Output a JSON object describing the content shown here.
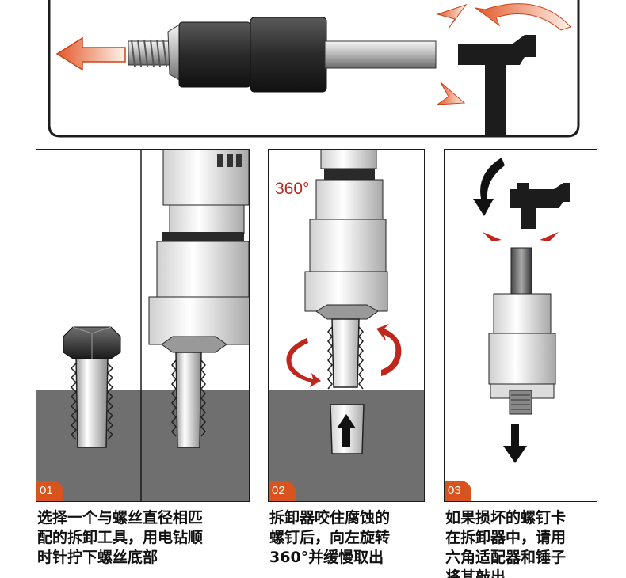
{
  "steps": [
    {
      "number": "01",
      "caption": "选择一个与螺丝直径相匹\n配的拆卸工具，用电钻顺\n时针拧下螺丝底部"
    },
    {
      "number": "02",
      "caption": "拆卸器咬住腐蚀的\n螺钉后，向左旋转\n360°并缓慢取出",
      "rotation_label": "360°"
    },
    {
      "number": "03",
      "caption": "如果损坏的螺钉卡\n在拆卸器中，请用\n六角适配器和锤子\n将其敲出"
    }
  ],
  "colors": {
    "accent": "#d9531e",
    "rotation_arrow": "#c0271c",
    "ground": "#6f6f6f",
    "outline": "#1c1c1c"
  },
  "icons": [
    "arrow-left-icon",
    "hammer-icon",
    "impact-arrow-icon",
    "rotate-arrow-icon",
    "arrow-up-icon",
    "arrow-down-icon",
    "drill-icon",
    "bolt-icon"
  ]
}
